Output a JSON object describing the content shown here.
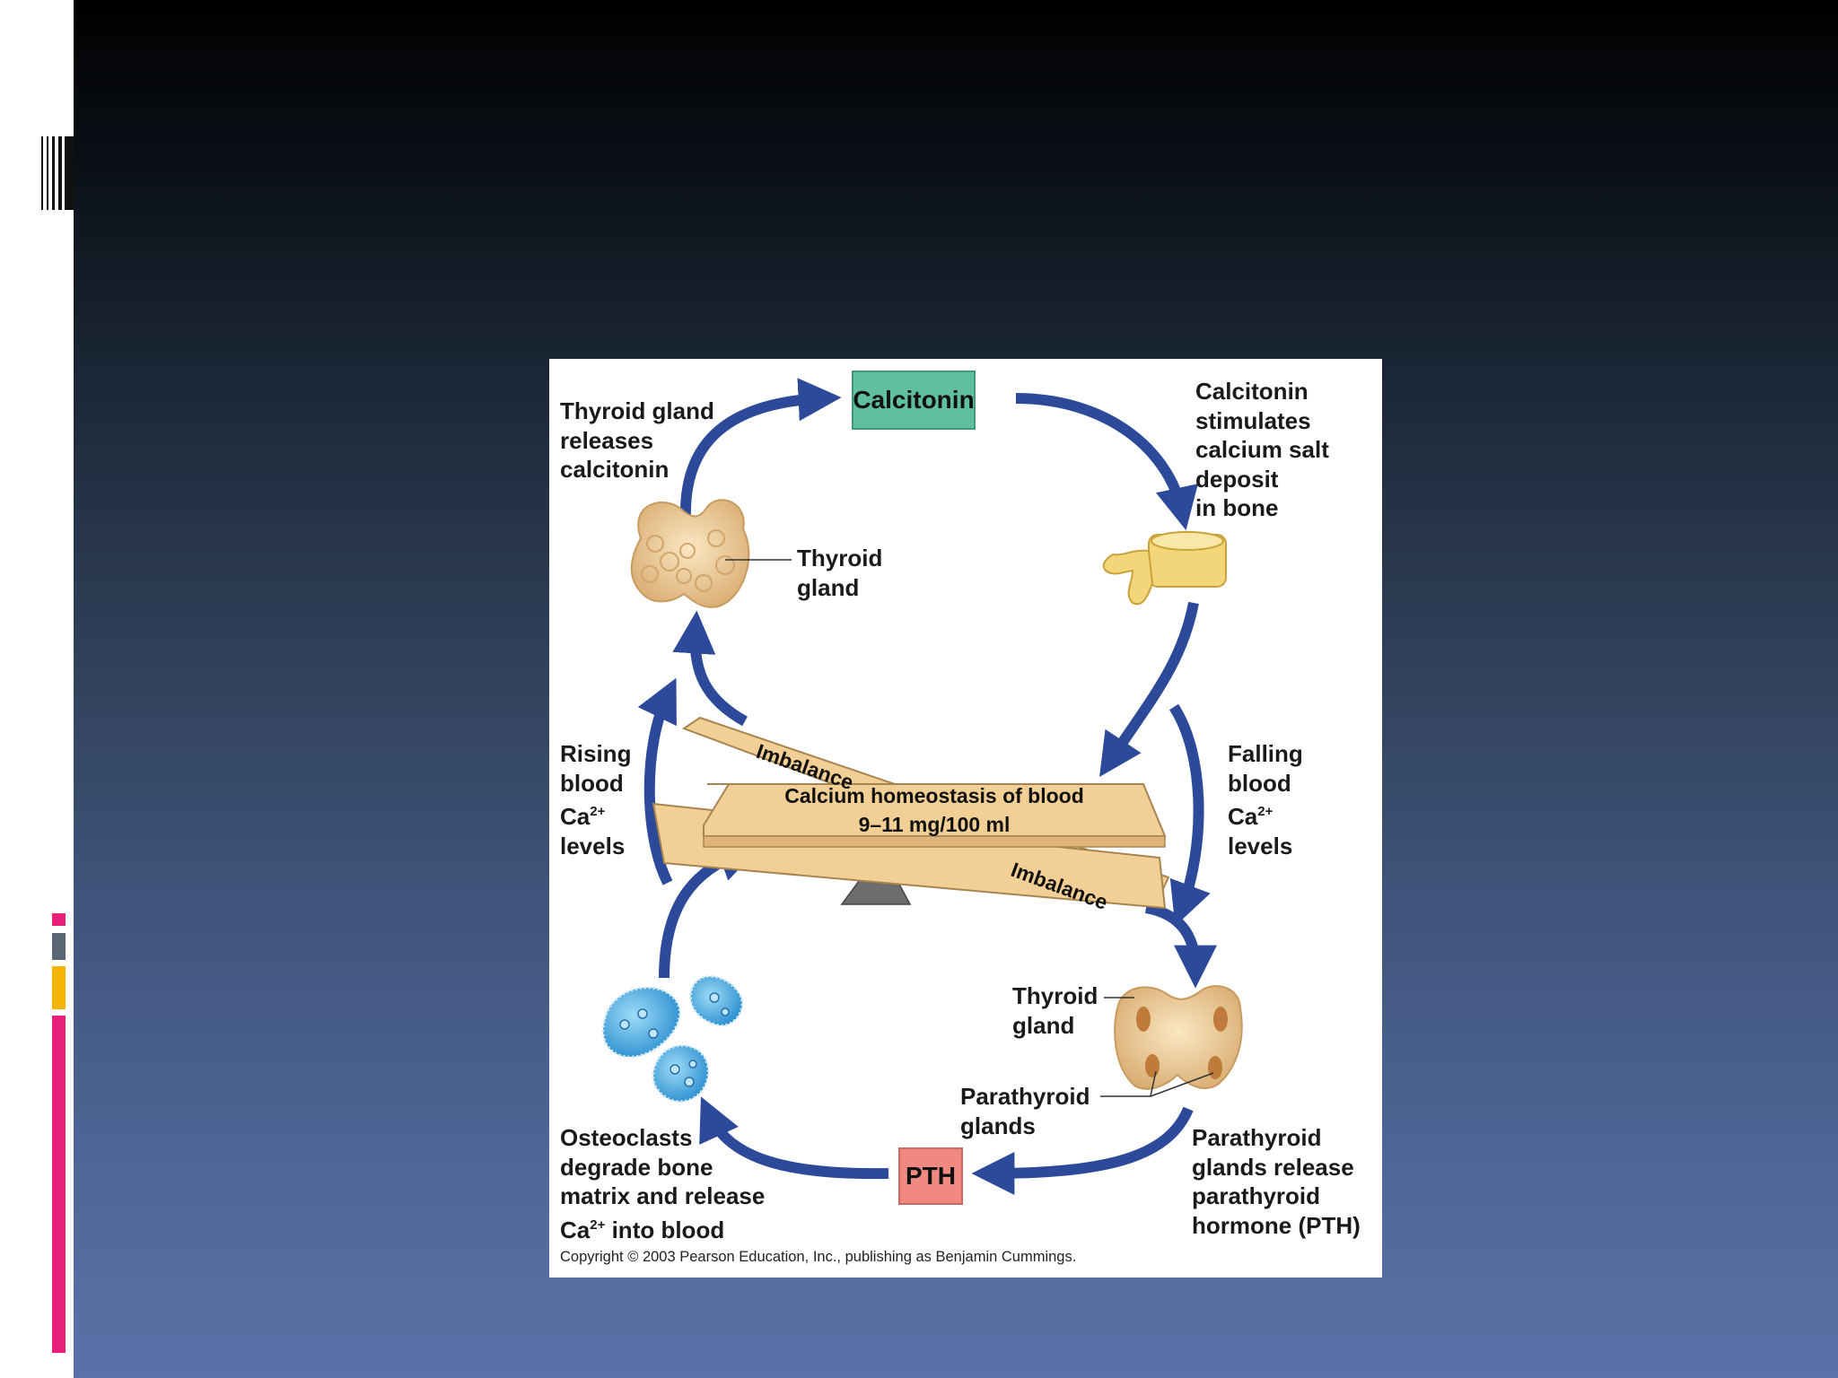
{
  "figure": {
    "top_box": "Calcitonin",
    "bottom_box": "PTH",
    "labels": {
      "thyroid_releases": "Thyroid gland\nreleases\ncalcitonin",
      "calcitonin_stimulates": "Calcitonin\nstimulates\ncalcium salt\ndeposit\nin bone",
      "thyroid_gland_top": "Thyroid\ngland",
      "rising_blood": "Rising\nblood",
      "rising_levels": "levels",
      "falling_blood": "Falling\nblood",
      "falling_levels": "levels",
      "ca_symbol": "Ca",
      "ca_charge": "2+",
      "thyroid_gland_bottom": "Thyroid\ngland",
      "parathyroid_glands": "Parathyroid\nglands",
      "osteoclasts": "Osteoclasts\ndegrade bone\nmatrix and release",
      "osteoclasts_tail": " into blood",
      "parathyroid_release": "Parathyroid\nglands release\nparathyroid\nhormone (PTH)"
    },
    "seesaw": {
      "line1": "Calcium homeostasis of blood",
      "line2": "9–11 mg/100 ml",
      "imbalance_top": "Imbalance",
      "imbalance_bottom": "Imbalance"
    },
    "copyright": "Copyright © 2003 Pearson Education, Inc., publishing as Benjamin Cummings."
  },
  "colors": {
    "arrow": "#2d4a9a",
    "calcitonin_box": "#5fbf9f",
    "pth_box": "#f08a80",
    "plank": "#f2cf95",
    "accent_pink": "#e8207a",
    "accent_gold": "#f4b400",
    "accent_gray": "#5b6675"
  }
}
